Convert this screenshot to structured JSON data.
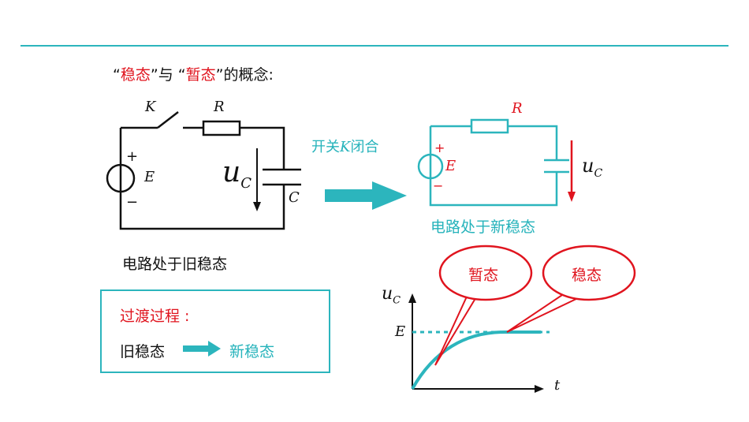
{
  "heading": {
    "q1_open": "“",
    "term_stable": "稳态",
    "q1_close": "”与 “",
    "term_transient": "暂态",
    "q2_close": "”的概念:"
  },
  "circuit_old": {
    "switch_label": "K",
    "resistor_label": "R",
    "source_label": "E",
    "plus": "+",
    "minus": "−",
    "voltage_label": "u",
    "voltage_sub": "C",
    "capacitor_label": "C",
    "caption": "电路处于旧稳态"
  },
  "arrow_label": {
    "prefix": "开关",
    "key": "K",
    "suffix": "闭合"
  },
  "circuit_new": {
    "resistor_label": "R",
    "source_label": "E",
    "plus": "+",
    "minus": "−",
    "voltage_label": "u",
    "voltage_sub": "C",
    "caption": "电路处于新稳态"
  },
  "process_box": {
    "title": "过渡过程 :",
    "from": "旧稳态",
    "to": "新稳态"
  },
  "graph": {
    "y_axis_label": "u",
    "y_axis_sub": "C",
    "x_axis_label": "t",
    "asymptote_label": "E",
    "bubble_transient": "暂态",
    "bubble_stable": "稳态"
  },
  "colors": {
    "teal": "#2cb5bd",
    "red": "#e0141e",
    "dark": "#111111"
  }
}
